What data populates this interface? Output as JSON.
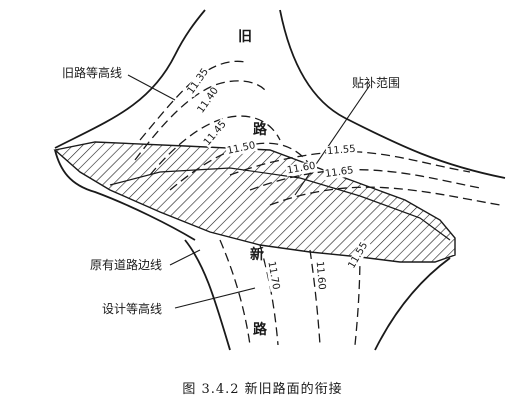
{
  "labels": {
    "old_road_contour": "旧路等高线",
    "patch_area": "贴补范围",
    "existing_road_edge": "原有道路边线",
    "design_contour": "设计等高线"
  },
  "road_chars": {
    "jiu": "旧",
    "lu_top": "路",
    "xin": "新",
    "lu_bottom": "路"
  },
  "contours": {
    "c1": "11.35",
    "c2": "11.40",
    "c3": "11.45",
    "c4": "11.50",
    "c5": "11.55",
    "c6": "11.60",
    "c7": "11.65",
    "c8": "11.70",
    "c9": "11.60",
    "c10": "11.55"
  },
  "caption": "图 3.4.2   新旧路面的衔接",
  "colors": {
    "ink": "#1a1a1a",
    "background": "#ffffff"
  }
}
